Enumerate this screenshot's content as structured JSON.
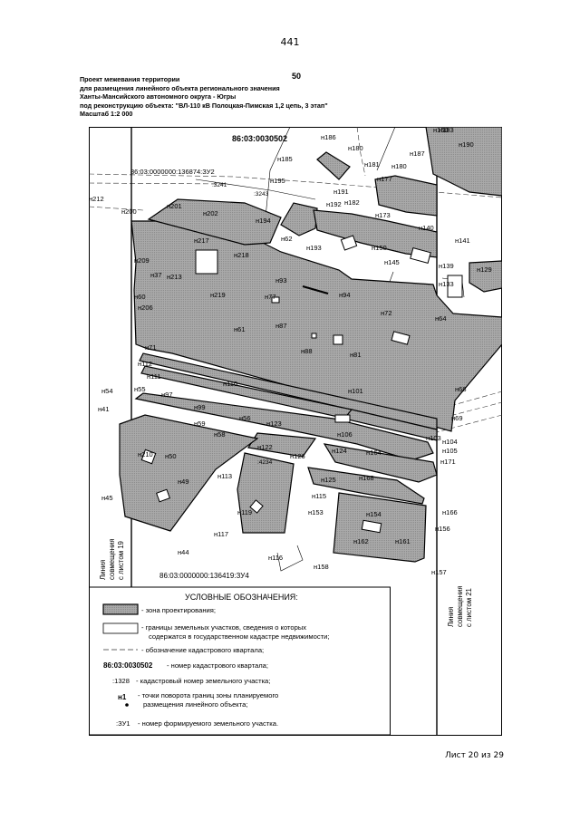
{
  "page_number": "441",
  "sheet_code": "50",
  "header": {
    "line1": "Проект межевания территории",
    "line2": "для размещения линейного объекта регионального значения",
    "line3": "Ханты-Мансийского автономного округа - Югры",
    "line4": "под реконструкцию объекта: \"ВЛ-110 кВ Полоцкая-Пимская 1,2 цепь, 3 этап\"",
    "line5": "Масштаб 1:2 000"
  },
  "map": {
    "quarter_number": "86:03:0030502",
    "parcel_labels": [
      {
        "text": "86:03:0000000:136874:ЗУ2"
      },
      {
        "text": ":3241"
      },
      {
        "text": ":3243"
      },
      {
        "text": ":4234"
      },
      {
        "text": "86:03:0000000:136419:ЗУ4"
      }
    ],
    "points": [
      {
        "text": "н186"
      },
      {
        "text": "н180"
      },
      {
        "text": "н187"
      },
      {
        "text": "н190"
      },
      {
        "text": "н183"
      },
      {
        "text": "н185"
      },
      {
        "text": "н181"
      },
      {
        "text": "н180"
      },
      {
        "text": "н177"
      },
      {
        "text": "н195"
      },
      {
        "text": "н191"
      },
      {
        "text": "н192"
      },
      {
        "text": "н182"
      },
      {
        "text": "н173"
      },
      {
        "text": "н212"
      },
      {
        "text": "н201"
      },
      {
        "text": "н200"
      },
      {
        "text": "н202"
      },
      {
        "text": "н194"
      },
      {
        "text": "н62"
      },
      {
        "text": "н140"
      },
      {
        "text": "н141"
      },
      {
        "text": "н193"
      },
      {
        "text": "н150"
      },
      {
        "text": "н217"
      },
      {
        "text": "н218"
      },
      {
        "text": "н145"
      },
      {
        "text": "н139"
      },
      {
        "text": "н209"
      },
      {
        "text": "н37"
      },
      {
        "text": "н213"
      },
      {
        "text": "н93"
      },
      {
        "text": "н133"
      },
      {
        "text": "н129"
      },
      {
        "text": "н60"
      },
      {
        "text": "н219"
      },
      {
        "text": "н77"
      },
      {
        "text": "н94"
      },
      {
        "text": "н206"
      },
      {
        "text": "н72"
      },
      {
        "text": "н64"
      },
      {
        "text": "н87"
      },
      {
        "text": "н61"
      },
      {
        "text": "н71"
      },
      {
        "text": "н88"
      },
      {
        "text": "н81"
      },
      {
        "text": "н112"
      },
      {
        "text": "н111"
      },
      {
        "text": "н110"
      },
      {
        "text": "н101"
      },
      {
        "text": "н68"
      },
      {
        "text": "н54"
      },
      {
        "text": "н55"
      },
      {
        "text": "н97"
      },
      {
        "text": "н41"
      },
      {
        "text": "н99"
      },
      {
        "text": "н56"
      },
      {
        "text": "н123"
      },
      {
        "text": "н69"
      },
      {
        "text": "н59"
      },
      {
        "text": "н106"
      },
      {
        "text": "н58"
      },
      {
        "text": "н104"
      },
      {
        "text": "н122"
      },
      {
        "text": "н124"
      },
      {
        "text": "н164"
      },
      {
        "text": "н105"
      },
      {
        "text": "н50"
      },
      {
        "text": "н126"
      },
      {
        "text": "н171"
      },
      {
        "text": "н113"
      },
      {
        "text": "н125"
      },
      {
        "text": "н168"
      },
      {
        "text": "н49"
      },
      {
        "text": "н45"
      },
      {
        "text": "н115"
      },
      {
        "text": "н153"
      },
      {
        "text": "н166"
      },
      {
        "text": "н119"
      },
      {
        "text": "н154"
      },
      {
        "text": "н117"
      },
      {
        "text": "н156"
      },
      {
        "text": "н44"
      },
      {
        "text": "н162"
      },
      {
        "text": "н161"
      },
      {
        "text": "н116"
      },
      {
        "text": "н158"
      },
      {
        "text": "н157"
      },
      {
        "text": "н103"
      },
      {
        "text": "н210"
      },
      {
        "text": "н150"
      }
    ],
    "side_left": [
      "Линия",
      "совмещения",
      "с листом 19"
    ],
    "side_right": [
      "Линия",
      "совмещения",
      "с листом 21"
    ]
  },
  "legend": {
    "title": "УСЛОВНЫЕ ОБОЗНАЧЕНИЯ:",
    "zone": "- зона проектирования;",
    "parcels_1": "- границы земельных участков, сведения о которых",
    "parcels_2": "содержатся  в государственном кадастре недвижимости;",
    "quarter_line": "- обозначение кадастрового квартала;",
    "quarter_code": "86:03:0030502",
    "quarter_desc": "- номер кадастрового квартала;",
    "parcel_code": ":1328",
    "parcel_desc": "- кадастровый номер земельного участка;",
    "point_code": "н1",
    "point_desc_1": "- точки поворота границ зоны планируемого",
    "point_desc_2": "размещения линейного объекта;",
    "new_code": ":ЗУ1",
    "new_desc": "- номер формируемого земельного участка."
  },
  "footer": "Лист 20 из 29",
  "colors": {
    "zone_fill": "#a9a9a9",
    "line": "#000000"
  }
}
